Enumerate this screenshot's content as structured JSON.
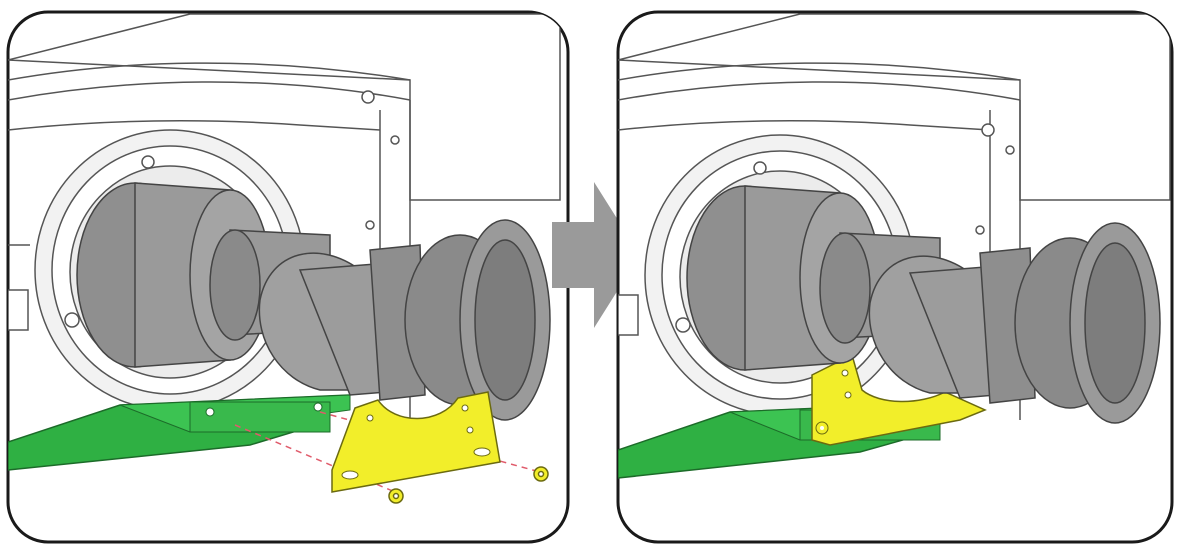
{
  "diagram": {
    "panels": [
      {
        "id": "before",
        "step": "bracket-separated"
      },
      {
        "id": "after",
        "step": "bracket-attached"
      }
    ],
    "arrow_direction": "right",
    "colors": {
      "frame": "#1a1a1a",
      "panel_fill": "#ffffff",
      "projector_line": "#555555",
      "lens_fill": "#9a9a9a",
      "lens_dark": "#7a7a7a",
      "lens_light": "#b3b3b3",
      "mount_ring": "#e8e8e8",
      "bracket_fill": "#f2ee2a",
      "bracket_edge": "#6b6a10",
      "base_plate_fill": "#2fb043",
      "base_plate_edge": "#1c6b29",
      "guide_line": "#e05b6b",
      "arrow_fill": "#9a9a9a"
    }
  }
}
